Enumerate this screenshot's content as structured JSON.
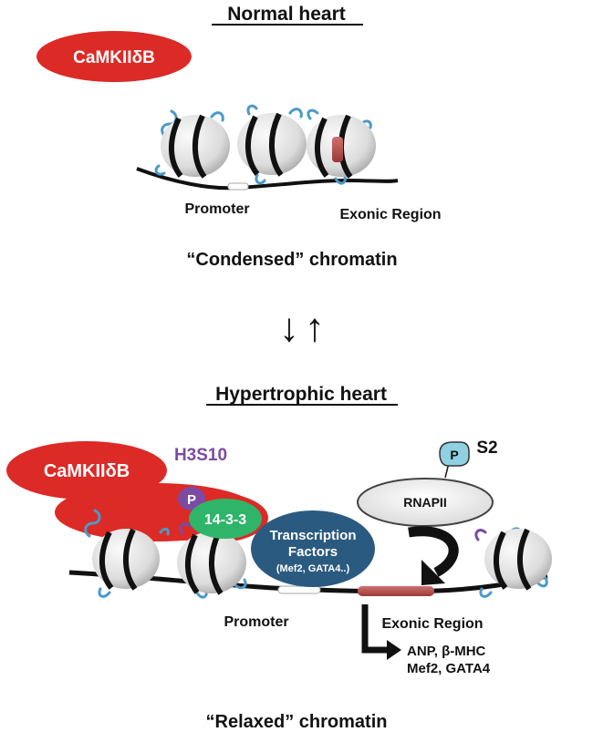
{
  "top": {
    "title": "Normal heart",
    "enzyme": "CaMKIIδB",
    "promoter_label": "Promoter",
    "exon_label": "Exonic Region",
    "state_label": "“Condensed” chromatin"
  },
  "arrows": {
    "down": "↓",
    "up": "↑"
  },
  "bottom": {
    "title": "Hypertrophic heart",
    "enzyme": "CaMKIIδB",
    "mark_label": "H3S10",
    "phospho_label": "P",
    "adapter_label": "14-3-3",
    "tf_label_line1": "Transcription",
    "tf_label_line2": "Factors",
    "tf_examples": "(Mef2, GATA4..)",
    "rnapii_label": "RNAPII",
    "s2_label": "S2",
    "s2_phospho_label": "P",
    "promoter_label": "Promoter",
    "exon_label": "Exonic Region",
    "targets_line1": "ANP, β-MHC",
    "targets_line2": "Mef2, GATA4",
    "state_label": "“Relaxed” chromatin"
  },
  "colors": {
    "enzyme_red": "#dc2a26",
    "adapter_green": "#2fb56a",
    "tf_blue": "#2b5a80",
    "phospho_purple": "#7b4ba3",
    "s2_phospho_cyan": "#8fd0e2",
    "histone_tail_blue": "#4a9ac8",
    "exon_red": "#b84a48",
    "nucleosome_grey": "#e2e2e2"
  }
}
